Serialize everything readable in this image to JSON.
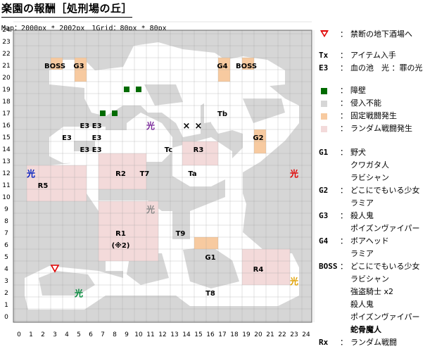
{
  "title": "楽園の報酬［処刑場の丘］",
  "subtitle": "Map：2000px * 2002px　1Grid：80px * 80px",
  "axis": {
    "x": [
      "0",
      "1",
      "2",
      "3",
      "4",
      "5",
      "6",
      "7",
      "8",
      "9",
      "10",
      "11",
      "12",
      "13",
      "14",
      "15",
      "16",
      "17",
      "18",
      "19",
      "20",
      "21",
      "22",
      "23",
      "24"
    ],
    "y": [
      "0",
      "1",
      "2",
      "3",
      "4",
      "5",
      "6",
      "7",
      "8",
      "9",
      "10",
      "11",
      "12",
      "13",
      "14",
      "15",
      "16",
      "17",
      "18",
      "19",
      "20",
      "21",
      "22",
      "23",
      "24"
    ]
  },
  "colors": {
    "impassable": "#d6d6d6",
    "floor": "#ffffff",
    "fixed_battle": "#f7caa0",
    "random_battle": "#f3dada",
    "wall": "#006b00",
    "grid": "#9a9a9a",
    "light_blue": "#0020c0",
    "light_red": "#e00000",
    "light_purple": "#7a2a9a",
    "light_green": "#008a3a",
    "light_yellow": "#e0a000",
    "light_gray": "#888888",
    "exit": "#e00000"
  },
  "labels": [
    {
      "text": "BOSS",
      "gx": 3,
      "gy": 21
    },
    {
      "text": "G3",
      "gx": 5,
      "gy": 21
    },
    {
      "text": "G4",
      "gx": 17,
      "gy": 21
    },
    {
      "text": "BOSS",
      "gx": 19,
      "gy": 21
    },
    {
      "text": "Tb",
      "gx": 17,
      "gy": 17
    },
    {
      "text": "E3 E3",
      "gx": 6,
      "gy": 16
    },
    {
      "text": "E3",
      "gx": 4,
      "gy": 15
    },
    {
      "text": "E3",
      "gx": 6.5,
      "gy": 15
    },
    {
      "text": "E3 E3",
      "gx": 6,
      "gy": 14
    },
    {
      "text": "G2",
      "gx": 20,
      "gy": 15
    },
    {
      "text": "Tc",
      "gx": 12.5,
      "gy": 14
    },
    {
      "text": "R3",
      "gx": 15,
      "gy": 14
    },
    {
      "text": "R2",
      "gx": 8.5,
      "gy": 12
    },
    {
      "text": "T7",
      "gx": 10.5,
      "gy": 12
    },
    {
      "text": "Ta",
      "gx": 14.5,
      "gy": 12
    },
    {
      "text": "R5",
      "gx": 2,
      "gy": 11
    },
    {
      "text": "R1",
      "gx": 8.5,
      "gy": 7
    },
    {
      "text": "(※2)",
      "gx": 8.5,
      "gy": 6
    },
    {
      "text": "T9",
      "gx": 13.5,
      "gy": 7
    },
    {
      "text": "G1",
      "gx": 16,
      "gy": 5
    },
    {
      "text": "R4",
      "gx": 20,
      "gy": 4
    },
    {
      "text": "T8",
      "gx": 16,
      "gy": 2
    }
  ],
  "lights": [
    {
      "text": "光",
      "gx": 1,
      "gy": 12,
      "color": "blue"
    },
    {
      "text": "光",
      "gx": 23,
      "gy": 12,
      "color": "red"
    },
    {
      "text": "光",
      "gx": 11,
      "gy": 16,
      "color": "purple"
    },
    {
      "text": "光",
      "gx": 11,
      "gy": 9,
      "color": "gray"
    },
    {
      "text": "光",
      "gx": 5,
      "gy": 2,
      "color": "green"
    },
    {
      "text": "光",
      "gx": 23,
      "gy": 3,
      "color": "yellow"
    }
  ],
  "crosses": [
    {
      "text": "×",
      "gx": 14,
      "gy": 16
    },
    {
      "text": "×",
      "gx": 15,
      "gy": 16
    }
  ],
  "walls": [
    {
      "gx": 9,
      "gy": 19
    },
    {
      "gx": 10,
      "gy": 19
    },
    {
      "gx": 7,
      "gy": 17
    },
    {
      "gx": 8,
      "gy": 17
    }
  ],
  "exit": {
    "gx": 3,
    "gy": 4
  },
  "legend": [
    {
      "key": "",
      "icon": "exit-triangle-icon",
      "value": "禁断の地下酒場へ"
    },
    {
      "key": "Tx",
      "value": "アイテム入手"
    },
    {
      "key": "E3",
      "value": "血の池　光 ：罪の光"
    },
    {
      "key": "",
      "icon": "wall-swatch",
      "value": "障壁"
    },
    {
      "key": "",
      "icon": "impassable-swatch",
      "value": "侵入不能"
    },
    {
      "key": "",
      "icon": "fixed-battle-swatch",
      "value": "固定戦闘発生"
    },
    {
      "key": "",
      "icon": "random-battle-swatch",
      "value": "ランダム戦闘発生"
    },
    {
      "key": "G1",
      "value": "野犬"
    },
    {
      "key": "",
      "value": "クワガタ人"
    },
    {
      "key": "",
      "value": "ラビシャン"
    },
    {
      "key": "G2",
      "value": "どこにでもいる少女"
    },
    {
      "key": "",
      "value": "ラミア"
    },
    {
      "key": "G3",
      "value": "殺人鬼"
    },
    {
      "key": "",
      "value": "ポイズンヴァイパー"
    },
    {
      "key": "G4",
      "value": "ボアヘッド"
    },
    {
      "key": "",
      "value": "ラミア"
    },
    {
      "key": "BOSS",
      "value": "どこにでもいる少女"
    },
    {
      "key": "",
      "value": "ラビシャン"
    },
    {
      "key": "",
      "value": "強盗騎士 x2"
    },
    {
      "key": "",
      "value": "殺人鬼"
    },
    {
      "key": "",
      "value": "ポイズンヴァイパー"
    },
    {
      "key": "",
      "value": "蛇骨魔人",
      "bold": true
    },
    {
      "key": "Rx",
      "value": "ランダム戦闘"
    }
  ]
}
